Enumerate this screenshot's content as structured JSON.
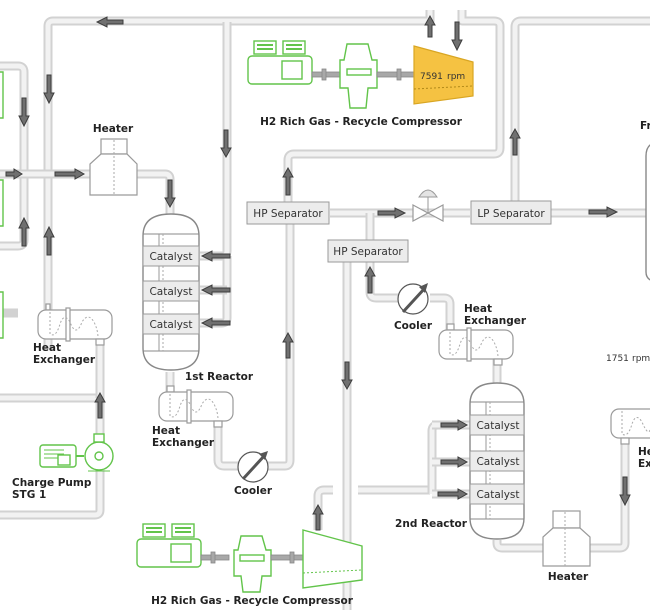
{
  "diagram": {
    "title": "Hydrocracking process flow",
    "compressor_top": {
      "label": "H2 Rich Gas - Recycle Compressor",
      "speed": "7591",
      "unit": "rpm",
      "status_color": "#f5c242"
    },
    "compressor_bottom": {
      "label": "H2 Rich Gas - Recycle Compressor"
    },
    "heater_1": {
      "label": "Heater"
    },
    "heater_2": {
      "label": "Heater"
    },
    "reactor_1": {
      "label": "1st Reactor",
      "beds": [
        "Catalyst",
        "Catalyst",
        "Catalyst"
      ]
    },
    "reactor_2": {
      "label": "2nd Reactor",
      "beds": [
        "Catalyst",
        "Catalyst",
        "Catalyst"
      ]
    },
    "heat_exchanger_left": {
      "label_line1": "Heat",
      "label_line2": "Exchanger"
    },
    "heat_exchanger_mid": {
      "label_line1": "Heat",
      "label_line2": "Exchanger"
    },
    "heat_exchanger_right_top": {
      "label_line1": "Heat",
      "label_line2": "Exchanger"
    },
    "heat_exchanger_right": {
      "label_line1": "He",
      "label_line2": "Ex"
    },
    "cooler_1": {
      "label": "Cooler"
    },
    "cooler_2": {
      "label": "Cooler"
    },
    "hp_separator_1": {
      "label": "HP Separator"
    },
    "hp_separator_2": {
      "label": "HP Separator"
    },
    "lp_separator": {
      "label": "LP Separator"
    },
    "fractionator": {
      "label": "Fr"
    },
    "pump": {
      "label_line1": "Charge Pump",
      "label_line2": "STG 1"
    },
    "right_speed": {
      "speed": "1751",
      "unit": "rpm"
    }
  }
}
